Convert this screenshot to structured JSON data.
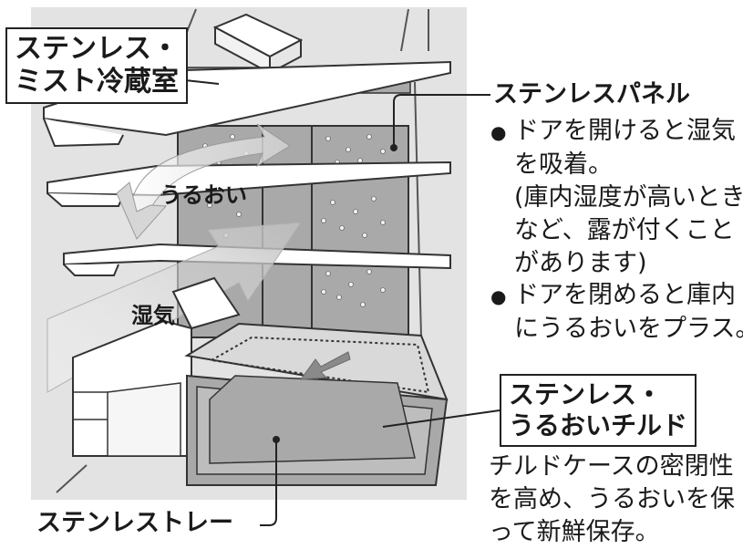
{
  "colors": {
    "background_panel": "#e3e3e3",
    "stainless_panel": "#a9a9a9",
    "shelf": "#ffffff",
    "line": "#333333",
    "arrow": "#c8c8c8"
  },
  "labels": {
    "mist_compartment": [
      "ステンレス・",
      "ミスト冷蔵室"
    ],
    "stainless_panel_title": "ステンレスパネル",
    "bullets": [
      {
        "marker": "●",
        "lines": [
          "ドアを開けると湿気",
          "を吸着。",
          "(庫内湿度が高いとき",
          "など、露が付くこと",
          "があります)"
        ]
      },
      {
        "marker": "●",
        "lines": [
          "ドアを閉めると庫内",
          "にうるおいをプラス。"
        ]
      }
    ],
    "moisture": "うるおい",
    "humidity": "湿気",
    "chilled_box": [
      "ステンレス・",
      "うるおいチルド"
    ],
    "chilled_desc": [
      "チルドケースの密閉性",
      "を高め、うるおいを保",
      "って新鮮保存。"
    ],
    "tray": "ステンレストレー"
  },
  "icons": {
    "chilled_arrow": "down-left-arrow-icon",
    "humidity_arrow": "large-up-arrow-icon",
    "moisture_arrow": "curved-double-arrow-icon"
  }
}
